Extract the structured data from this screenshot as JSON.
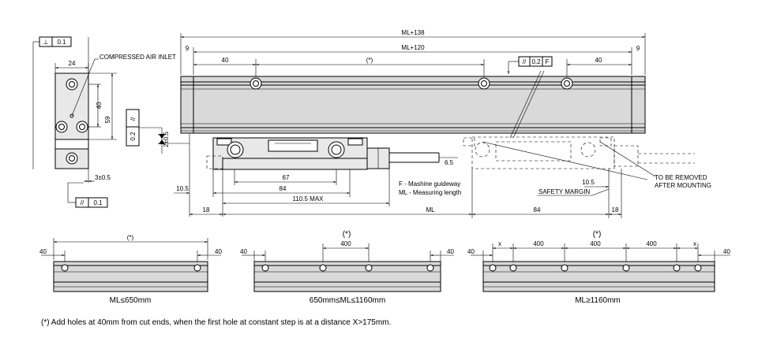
{
  "dimensions": {
    "ml_138": "ML+138",
    "ml_120": "ML+120",
    "d9_left": "9",
    "d9_right": "9",
    "d40_left": "40",
    "d40_right": "40",
    "star": "(*)",
    "d24": "24",
    "d40_side": "40",
    "d59": "59",
    "d3": "3±0.5",
    "d2": "2±0.5",
    "d67": "67",
    "d84": "84",
    "d1105_max": "110.5 MAX",
    "d105_left": "10.5",
    "d105_right": "10.5",
    "d18_left": "18",
    "d18_right": "18",
    "ml": "ML",
    "d84_right": "84",
    "d65": "6.5"
  },
  "tolerances": {
    "perp_symbol": "⊥",
    "perp_value": "0.1",
    "par_top": "0.2",
    "par_top_datum": "F",
    "par_side": "0.2",
    "par_bottom": "0.1"
  },
  "labels": {
    "air_inlet": "COMPRESSED AIR INLET",
    "legend_f": "F - Mashine guideway",
    "legend_ml": "ML - Measuring length",
    "to_be_removed_1": "TO BE REMOVED",
    "to_be_removed_2": "AFTER MOUNTING",
    "safety_margin": "SAFETY MARGIN"
  },
  "variants": [
    {
      "caption": "ML≤650mm",
      "star": "",
      "dims": [
        "(*)",
        "40",
        "40"
      ]
    },
    {
      "caption": "650mm≤ML≤1160mm",
      "star": "(*)",
      "dims": [
        "400",
        "40",
        "40"
      ]
    },
    {
      "caption": "ML≥1160mm",
      "star": "(*)",
      "dims": [
        "x",
        "400",
        "400",
        "400",
        "x",
        "40",
        "40"
      ]
    }
  ],
  "footnote": "(*) Add holes at 40mm from cut ends, when the first hole at constant step is at a distance X>175mm."
}
